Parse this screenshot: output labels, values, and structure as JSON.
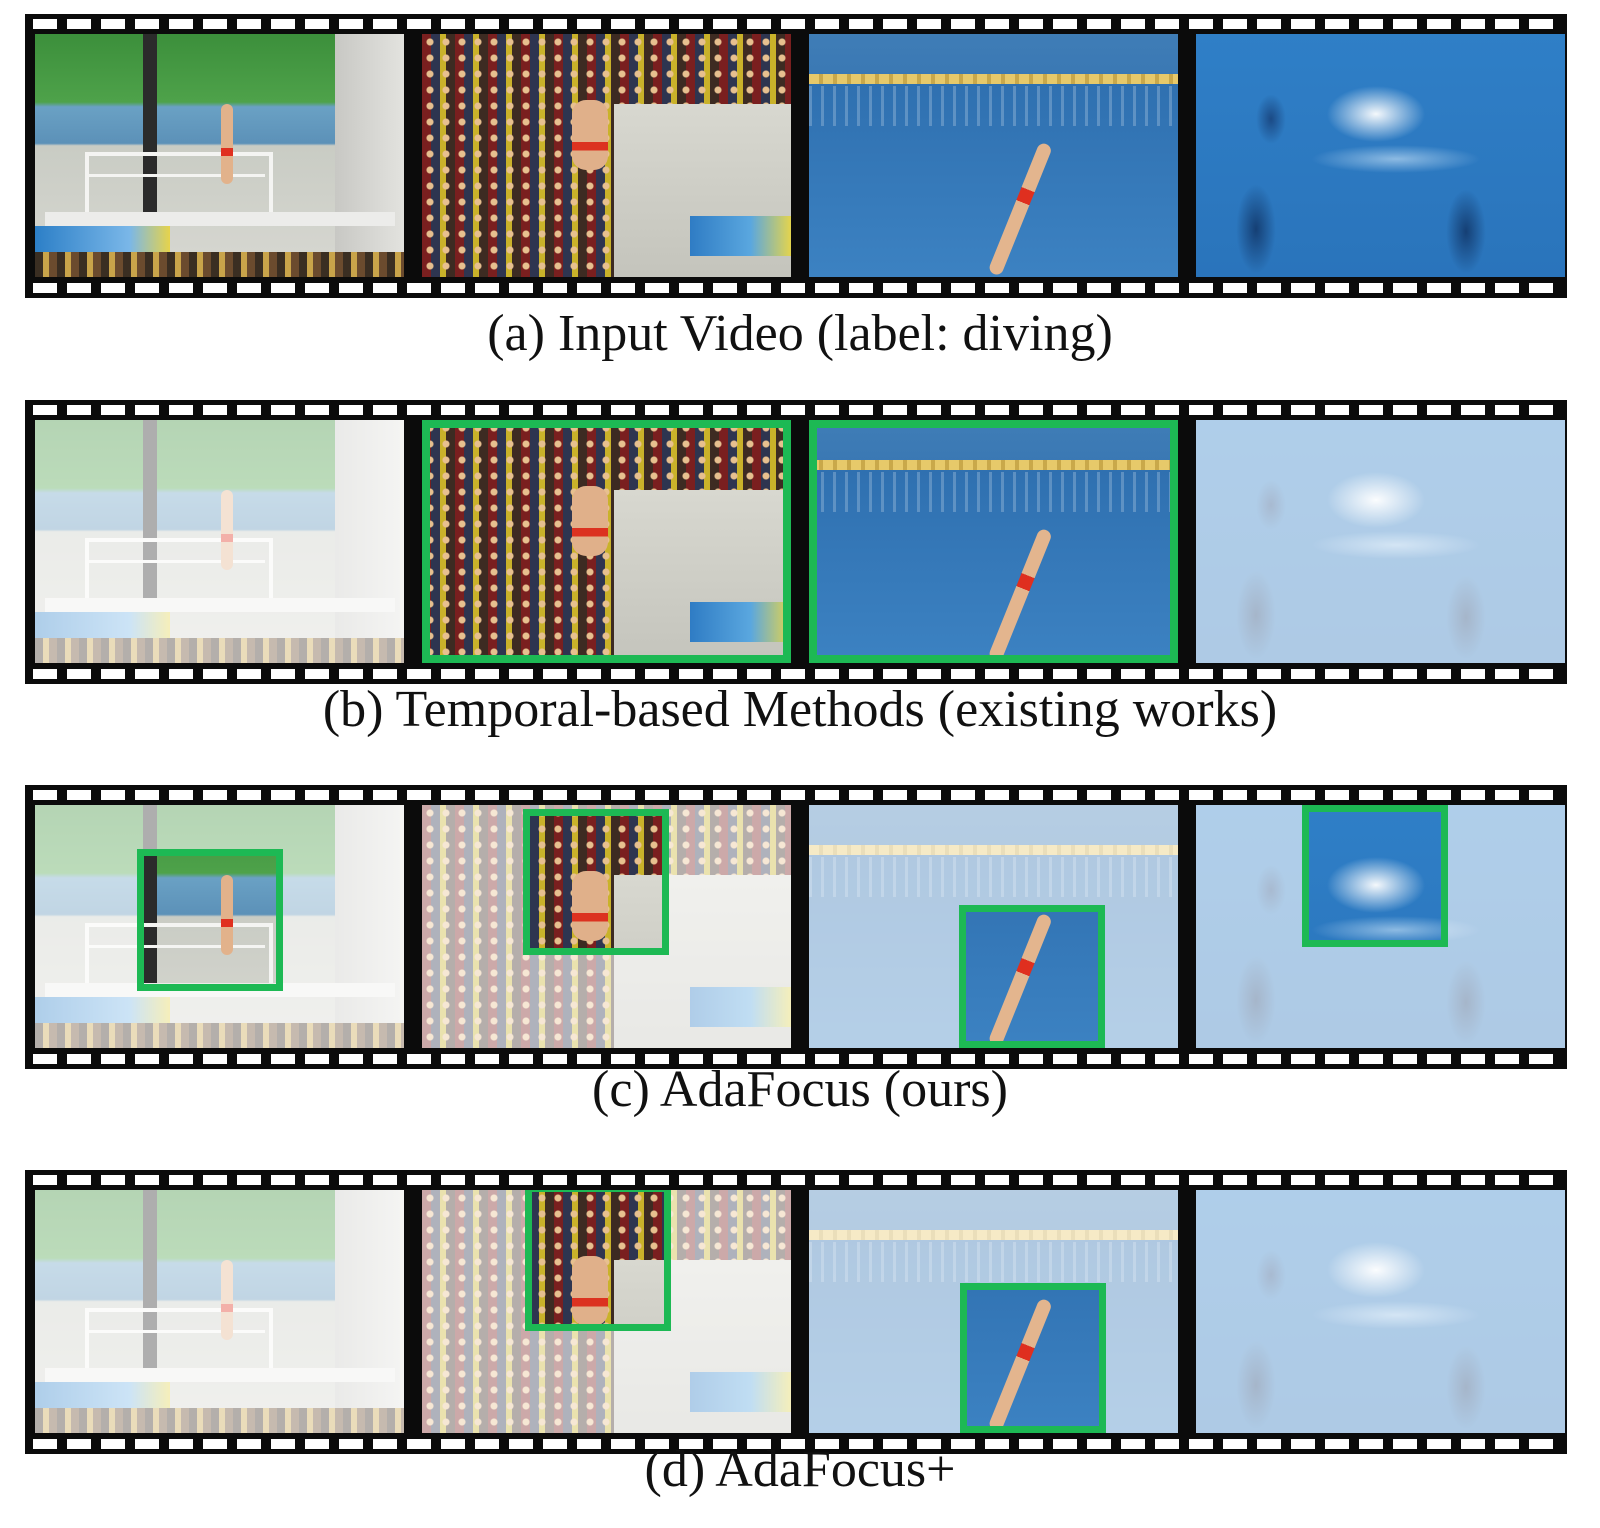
{
  "panels": [
    {
      "caption": "(a) Input Video (label: diving)"
    },
    {
      "caption": "(b) Temporal-based Methods (existing works)"
    },
    {
      "caption": "(c) AdaFocus (ours)"
    },
    {
      "caption": "(d) AdaFocus+"
    }
  ],
  "colors": {
    "highlight": "#1db954",
    "film": "#0b0b0b"
  },
  "frame_scenes": [
    "platform",
    "crowd",
    "pool",
    "splash"
  ]
}
